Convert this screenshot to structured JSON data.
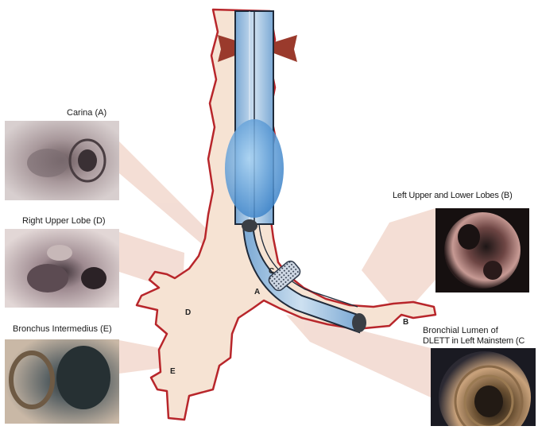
{
  "captions": {
    "carina": "Carina (A)",
    "right_upper_lobe": "Right Upper Lobe (D)",
    "bronchus_intermedius": "Bronchus Intermedius (E)",
    "left_upper_lower": "Left Upper and Lower Lobes (B)",
    "bronchial_lumen_line1": "Bronchial Lumen of",
    "bronchial_lumen_line2": "DLETT in Left Mainstem (C"
  },
  "markers": {
    "a": "A",
    "b": "B",
    "c": "C",
    "d": "D",
    "e": "E"
  },
  "colors": {
    "airway_fill": "#f6e3d3",
    "airway_wall": "#b8262b",
    "tube": "#8fb8dc",
    "cuff": "#4f93d3",
    "callout": "#f3d9cf",
    "cartilage": "#9a3a2c"
  }
}
